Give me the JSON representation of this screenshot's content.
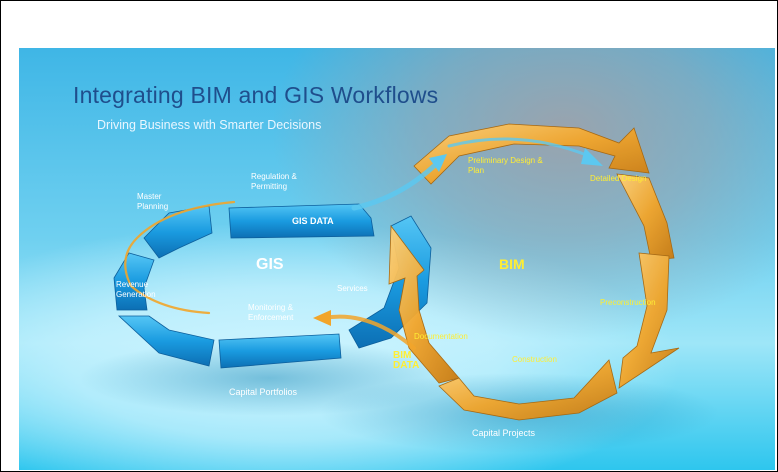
{
  "title": "Integrating BIM and GIS Workflows",
  "subtitle": "Driving Business with Smarter Decisions",
  "gis": {
    "label": "GIS",
    "data_label": "GIS DATA",
    "stages": {
      "regulation": "Regulation & Permitting",
      "master": "Master Planning",
      "revenue": "Revenue Generation",
      "monitoring": "Monitoring & Enforcement",
      "services": "Services"
    },
    "footer": "Capital Portfolios"
  },
  "bim": {
    "label": "BIM",
    "data_label": "BIM DATA",
    "stages": {
      "preliminary": "Preliminary Design & Plan",
      "detailed": "Detailed Design",
      "preconstruction": "Preconstruction",
      "construction": "Construction",
      "documentation": "Documentation"
    },
    "footer": "Capital Projects"
  },
  "colors": {
    "gis": "#1e9be0",
    "bim": "#f0a020",
    "title": "#1f4e8c",
    "stage_text": "#ffee33"
  }
}
